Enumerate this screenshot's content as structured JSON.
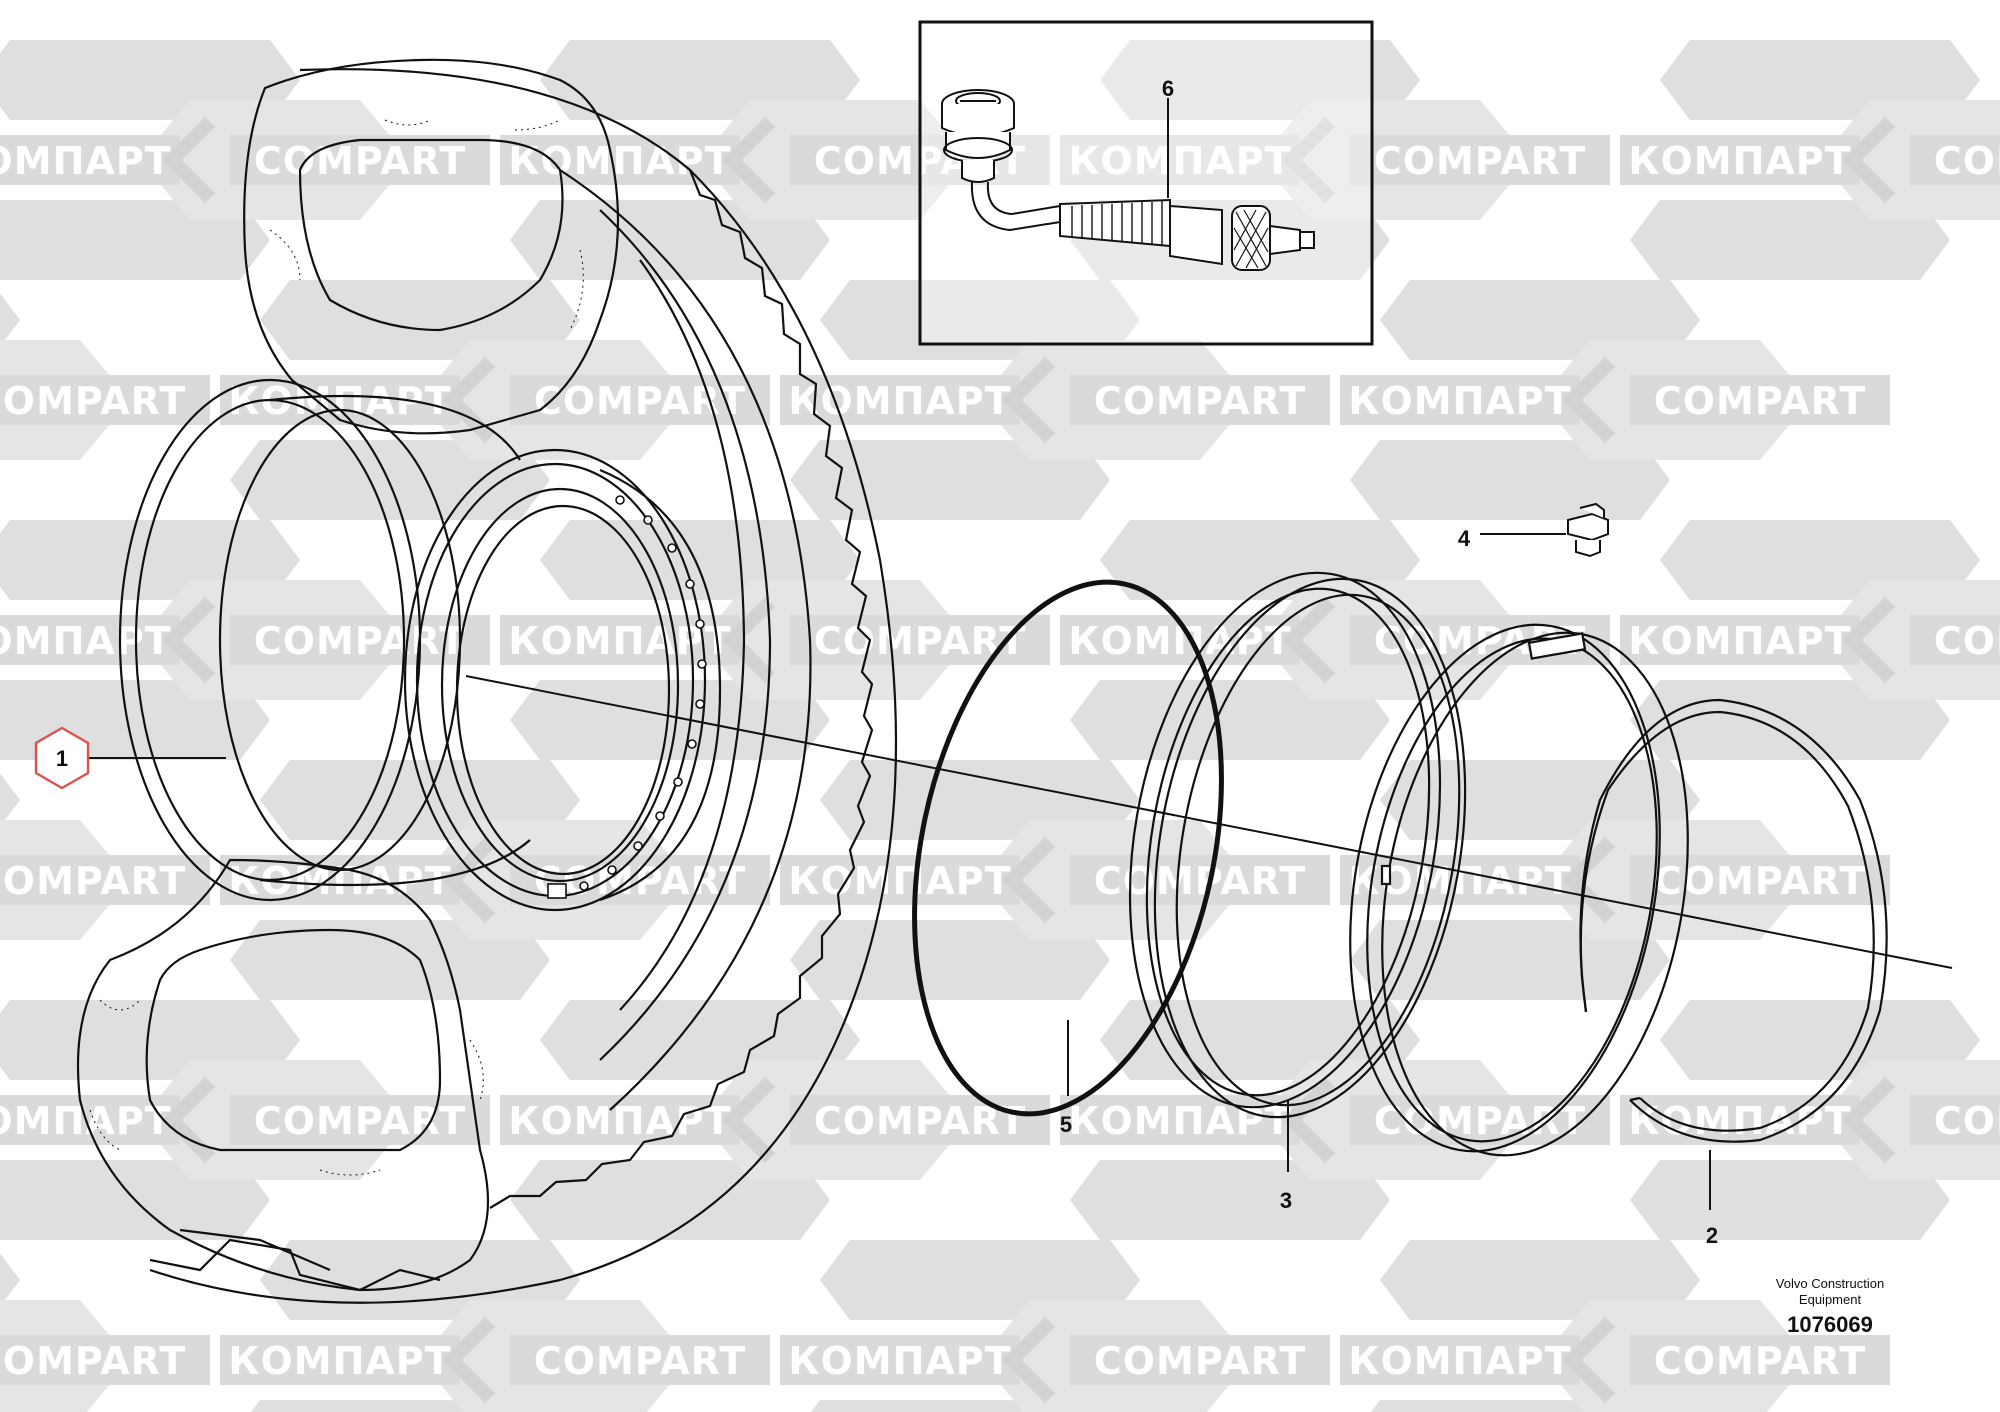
{
  "watermark": {
    "brand_cyrillic": "КОМПАРТ",
    "brand_latin": "COMPART",
    "color": "#dcdcdc"
  },
  "callouts": {
    "c1": "1",
    "c2": "2",
    "c3": "3",
    "c4": "4",
    "c5": "5",
    "c6": "6",
    "highlight_color": "#d9534f"
  },
  "credit": {
    "line1": "Volvo Construction",
    "line2": "Equipment",
    "doc_number": "1076069"
  }
}
